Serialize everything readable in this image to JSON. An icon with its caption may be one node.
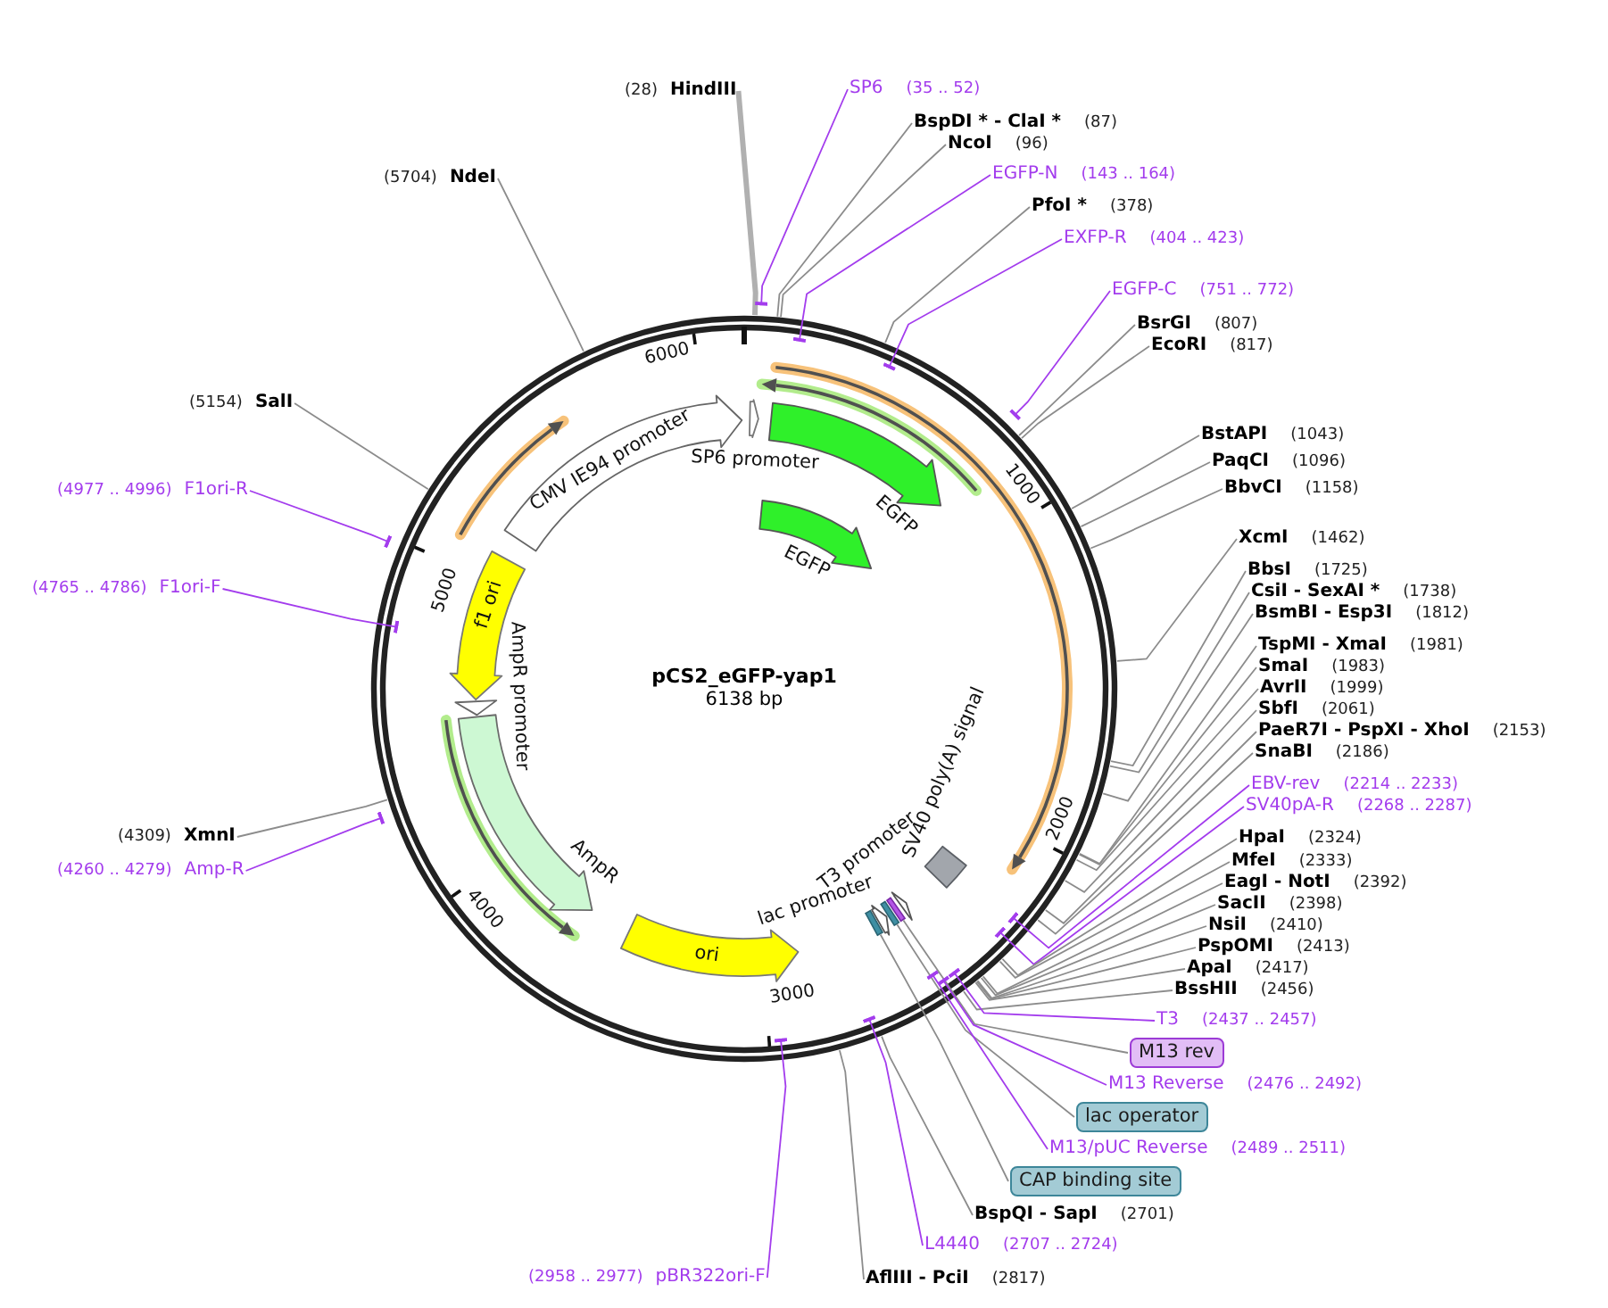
{
  "diagram": {
    "title": "pCS2_eGFP-yap1",
    "nodes": [
      {
        "text": [
          "(28)",
          "HindIII"
        ]
      },
      {
        "text": [
          "SP6",
          "(35 .. 52)"
        ]
      },
      {
        "text": [
          "BspDI * - ClaI *",
          "(87)"
        ]
      },
      {
        "text": [
          "NcoI",
          "(96)"
        ]
      },
      {
        "text": [
          "EGFP-N",
          "(143 .. 164)"
        ]
      },
      {
        "text": [
          "PfoI *",
          "(378)"
        ]
      },
      {
        "text": [
          "EXFP-R",
          "(404 .. 423)"
        ]
      },
      {
        "text": [
          "EGFP-C",
          "(751 .. 772)"
        ]
      },
      {
        "text": [
          "BsrGI",
          "(807)"
        ]
      },
      {
        "text": [
          "EcoRI",
          "(817)"
        ]
      },
      {
        "text": [
          "BstAPI",
          "(1043)"
        ]
      },
      {
        "text": [
          "PaqCI",
          "(1096)"
        ]
      },
      {
        "text": [
          "BbvCI",
          "(1158)"
        ]
      },
      {
        "text": [
          "XcmI",
          "(1462)"
        ]
      },
      {
        "text": [
          "BbsI",
          "(1725)"
        ]
      },
      {
        "text": [
          "CsiI - SexAI *",
          "(1738)"
        ]
      },
      {
        "text": [
          "BsmBI - Esp3I",
          "(1812)"
        ]
      },
      {
        "text": [
          "TspMI - XmaI",
          "(1981)"
        ]
      },
      {
        "text": [
          "SmaI",
          "(1983)"
        ]
      },
      {
        "text": [
          "AvrII",
          "(1999)"
        ]
      },
      {
        "text": [
          "SbfI",
          "(2061)"
        ]
      },
      {
        "text": [
          "PaeR7I - PspXI - XhoI",
          "(2153)"
        ]
      },
      {
        "text": [
          "SnaBI",
          "(2186)"
        ]
      },
      {
        "text": [
          "EBV-rev",
          "(2214 .. 2233)"
        ]
      },
      {
        "text": [
          "SV40pA-R",
          "(2268 .. 2287)"
        ]
      },
      {
        "text": [
          "HpaI",
          "(2324)"
        ]
      },
      {
        "text": [
          "MfeI",
          "(2333)"
        ]
      },
      {
        "text": [
          "EagI - NotI",
          "(2392)"
        ]
      },
      {
        "text": [
          "SacII",
          "(2398)"
        ]
      },
      {
        "text": [
          "NsiI",
          "(2410)"
        ]
      },
      {
        "text": [
          "PspOMI",
          "(2413)"
        ]
      },
      {
        "text": [
          "ApaI",
          "(2417)"
        ]
      },
      {
        "text": [
          "BssHII",
          "(2456)"
        ]
      },
      {
        "text": [
          "T3",
          "(2437 .. 2457)"
        ]
      },
      {
        "text": [
          "M13 rev"
        ]
      },
      {
        "text": [],
        "shape": "box"
      },
      {
        "text": [
          "M13 Reverse",
          "(2476 .. 2492)"
        ]
      },
      {
        "text": [
          "lac operator"
        ]
      },
      {
        "text": [],
        "shape": "box"
      },
      {
        "text": [
          "M13/pUC Reverse",
          "(2489 .. 2511)"
        ]
      },
      {
        "text": [
          "CAP binding site"
        ]
      },
      {
        "text": [],
        "shape": "box"
      },
      {
        "text": [
          "BspQI - SapI",
          "(2701)"
        ]
      },
      {
        "text": [
          "L4440",
          "(2707 .. 2724)"
        ]
      },
      {
        "text": [
          "AflIII - PciI",
          "(2817)"
        ]
      },
      {
        "text": [
          "(2958 .. 2977)",
          "pBR322ori-F"
        ]
      },
      {
        "text": [
          "(4309)",
          "XmnI"
        ]
      },
      {
        "text": [
          "(4260 .. 4279)",
          "Amp-R"
        ]
      },
      {
        "text": [
          "(4765 .. 4786)",
          "F1ori-F"
        ]
      },
      {
        "text": [
          "(4977 .. 4996)",
          "F1ori-R"
        ]
      },
      {
        "text": [
          "(5154)",
          "SalI"
        ]
      },
      {
        "text": [
          "(5704)",
          "NdeI"
        ]
      },
      {
        "text": [
          "CMV IE94 promoter"
        ]
      },
      {
        "text": [
          "SP6 promoter"
        ]
      },
      {
        "text": [
          "EGFP"
        ]
      },
      {
        "text": [
          "EGFP"
        ]
      },
      {
        "text": [
          "f1 ori"
        ]
      },
      {
        "text": [
          "AmpR promoter"
        ]
      },
      {
        "text": [
          "AmpR"
        ]
      },
      {
        "text": [
          "ori"
        ]
      },
      {
        "text": [
          "lac promoter"
        ]
      },
      {
        "text": [
          "T3 promoter"
        ]
      },
      {
        "text": [
          "SV40 poly(A) signal"
        ]
      }
    ],
    "edges": [
      {
        "from": 0,
        "to": null,
        "arrow": "none",
        "style": "thick",
        "color": "#b0b0b0"
      },
      {
        "from": 1,
        "to": null,
        "arrow": "other",
        "color": "#a33ced"
      },
      {
        "from": 2,
        "to": null,
        "arrow": "none"
      },
      {
        "from": 3,
        "to": null,
        "arrow": "none"
      },
      {
        "from": 4,
        "to": null,
        "arrow": "other",
        "color": "#a33ced"
      },
      {
        "from": 5,
        "to": null,
        "arrow": "none"
      },
      {
        "from": 6,
        "to": null,
        "arrow": "other",
        "color": "#a33ced"
      },
      {
        "from": 7,
        "to": null,
        "arrow": "other",
        "color": "#a33ced"
      },
      {
        "from": 8,
        "to": null,
        "arrow": "none"
      },
      {
        "from": 9,
        "to": null,
        "arrow": "none"
      },
      {
        "from": 10,
        "to": null,
        "arrow": "none"
      },
      {
        "from": 11,
        "to": null,
        "arrow": "none"
      },
      {
        "from": 12,
        "to": null,
        "arrow": "none"
      },
      {
        "from": 13,
        "to": null,
        "arrow": "none"
      },
      {
        "from": 14,
        "to": null,
        "arrow": "none"
      },
      {
        "from": 15,
        "to": null,
        "arrow": "none"
      },
      {
        "from": 16,
        "to": null,
        "arrow": "none"
      },
      {
        "from": 17,
        "to": null,
        "arrow": "none"
      },
      {
        "from": 18,
        "to": null,
        "arrow": "none"
      },
      {
        "from": 19,
        "to": null,
        "arrow": "none"
      },
      {
        "from": 20,
        "to": null,
        "arrow": "none"
      },
      {
        "from": 21,
        "to": null,
        "arrow": "none"
      },
      {
        "from": 22,
        "to": null,
        "arrow": "none"
      },
      {
        "from": 23,
        "to": null,
        "arrow": "other",
        "color": "#a33ced"
      },
      {
        "from": 24,
        "to": null,
        "arrow": "other",
        "color": "#a33ced"
      },
      {
        "from": 25,
        "to": null,
        "arrow": "none"
      },
      {
        "from": 26,
        "to": null,
        "arrow": "none"
      },
      {
        "from": 27,
        "to": null,
        "arrow": "none"
      },
      {
        "from": 28,
        "to": null,
        "arrow": "none"
      },
      {
        "from": 29,
        "to": null,
        "arrow": "none"
      },
      {
        "from": 30,
        "to": null,
        "arrow": "none"
      },
      {
        "from": 31,
        "to": null,
        "arrow": "none"
      },
      {
        "from": 32,
        "to": null,
        "arrow": "none"
      },
      {
        "from": 33,
        "to": null,
        "arrow": "other",
        "color": "#a33ced"
      },
      {
        "from": 34,
        "to": 35,
        "arrow": "none"
      },
      {
        "from": 36,
        "to": null,
        "arrow": "other",
        "color": "#a33ced"
      },
      {
        "from": 37,
        "to": 38,
        "arrow": "none"
      },
      {
        "from": 39,
        "to": null,
        "arrow": "other",
        "color": "#a33ced"
      },
      {
        "from": 40,
        "to": 41,
        "arrow": "none"
      },
      {
        "from": 42,
        "to": null,
        "arrow": "none"
      },
      {
        "from": 43,
        "to": null,
        "arrow": "other",
        "color": "#a33ced"
      },
      {
        "from": 44,
        "to": null,
        "arrow": "none"
      },
      {
        "from": 45,
        "to": null,
        "arrow": "other",
        "color": "#a33ced"
      },
      {
        "from": 46,
        "to": null,
        "arrow": "none"
      },
      {
        "from": 47,
        "to": null,
        "arrow": "other",
        "color": "#a33ced"
      },
      {
        "from": 48,
        "to": null,
        "arrow": "other",
        "color": "#a33ced"
      },
      {
        "from": 49,
        "to": null,
        "arrow": "other",
        "color": "#a33ced"
      },
      {
        "from": 50,
        "to": null,
        "arrow": "none"
      },
      {
        "from": 51,
        "to": null,
        "arrow": "none"
      }
    ],
    "labels": [
      "6000",
      "1000",
      "5000",
      "6138 bp",
      "2000",
      "4000",
      "3000"
    ]
  }
}
